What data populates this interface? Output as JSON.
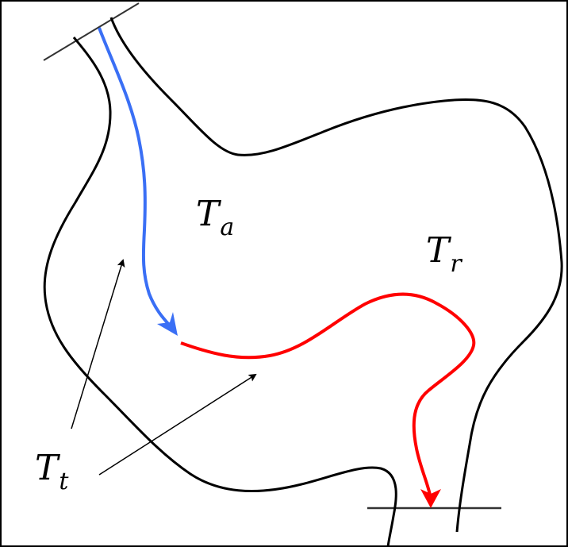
{
  "diagram": {
    "type": "region-with-transition-paths",
    "colors": {
      "outline": "#000000",
      "boundary_line": "#333333",
      "path_a": "#3a6ff5",
      "path_r": "#ff0000",
      "pointer": "#000000",
      "background": "#ffffff"
    },
    "labels": {
      "ta": {
        "main": "T",
        "sub": "a"
      },
      "tr": {
        "main": "T",
        "sub": "r"
      },
      "tt": {
        "main": "T",
        "sub": "t"
      }
    },
    "elements": [
      {
        "id": "outline-left",
        "kind": "curve",
        "color": "outline"
      },
      {
        "id": "outline-right",
        "kind": "curve",
        "color": "outline"
      },
      {
        "id": "top-boundary",
        "kind": "line",
        "color": "boundary_line"
      },
      {
        "id": "bottom-boundary",
        "kind": "line",
        "color": "boundary_line"
      },
      {
        "id": "blue-path",
        "kind": "arrow-curve",
        "color": "path_a",
        "region": "T_a"
      },
      {
        "id": "red-path",
        "kind": "arrow-curve",
        "color": "path_r",
        "region": "T_r"
      },
      {
        "id": "pointer-1",
        "kind": "arrow",
        "from_label": "T_t"
      },
      {
        "id": "pointer-2",
        "kind": "arrow",
        "from_label": "T_t"
      }
    ]
  }
}
